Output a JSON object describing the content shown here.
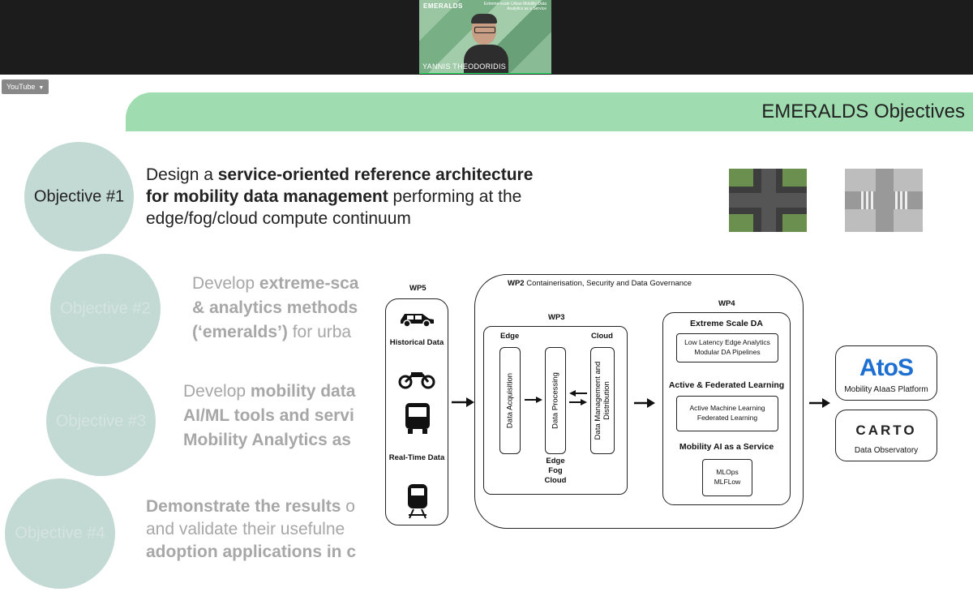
{
  "video": {
    "logo": "EMERALDS",
    "tagline": "Extreme-scale Urban Mobility Data Analytics as a Service",
    "speaker": "YANNIS THEODORIDIS"
  },
  "youtube_button": "YouTube",
  "slide": {
    "title": "EMERALDS Objectives",
    "objectives": [
      {
        "label": "Objective #1"
      },
      {
        "label": "Objective #2"
      },
      {
        "label": "Objective #3"
      },
      {
        "label": "Objective #4"
      }
    ],
    "obj1": {
      "p1": "Design a ",
      "b1": "service-oriented reference architecture",
      "b2": "for mobility data management",
      "p2": " performing at the",
      "p3": "edge/fog/cloud compute continuum"
    },
    "obj2": {
      "l1a": "Develop ",
      "l1b": "extreme-sca",
      "l2": "& analytics methods",
      "l3a": "(‘emeralds’)",
      "l3b": " for urba"
    },
    "obj3": {
      "l1a": "Develop ",
      "l1b": "mobility data",
      "l2": "AI/ML tools and servi",
      "l3": "Mobility Analytics as"
    },
    "obj4": {
      "l1a": "Demonstrate the results",
      "l1b": " o",
      "l2": "and validate their usefulne",
      "l3": "adoption applications in c"
    }
  },
  "diagram": {
    "wp5": "WP5",
    "historical": "Historical Data",
    "realtime": "Real-Time Data",
    "wp2_label": "WP2",
    "wp2_text": "Containerisation, Security and Data Governance",
    "wp3": "WP3",
    "edge": "Edge",
    "cloud": "Cloud",
    "acq": "Data Acquisition",
    "proc": "Data Processing",
    "mgmt": "Data Management and Distribution",
    "efc": [
      "Edge",
      "Fog",
      "Cloud"
    ],
    "wp4": "WP4",
    "esda": "Extreme Scale DA",
    "esda_items": [
      "Low Latency Edge Analytics",
      "Modular DA Pipelines"
    ],
    "afl": "Active & Federated Learning",
    "afl_items": [
      "Active Machine Learning",
      "Federated Learning"
    ],
    "maas": "Mobility AI as a Service",
    "maas_items": [
      "MLOps",
      "MLFLow"
    ],
    "atos": "AtoS",
    "atos_caption": "Mobility AIaaS Platform",
    "carto": "CARTO",
    "carto_caption": "Data Observatory"
  },
  "colors": {
    "band": "#9fdcb0",
    "circle": "#c3d9d3",
    "atos_blue": "#1d6fd1"
  }
}
